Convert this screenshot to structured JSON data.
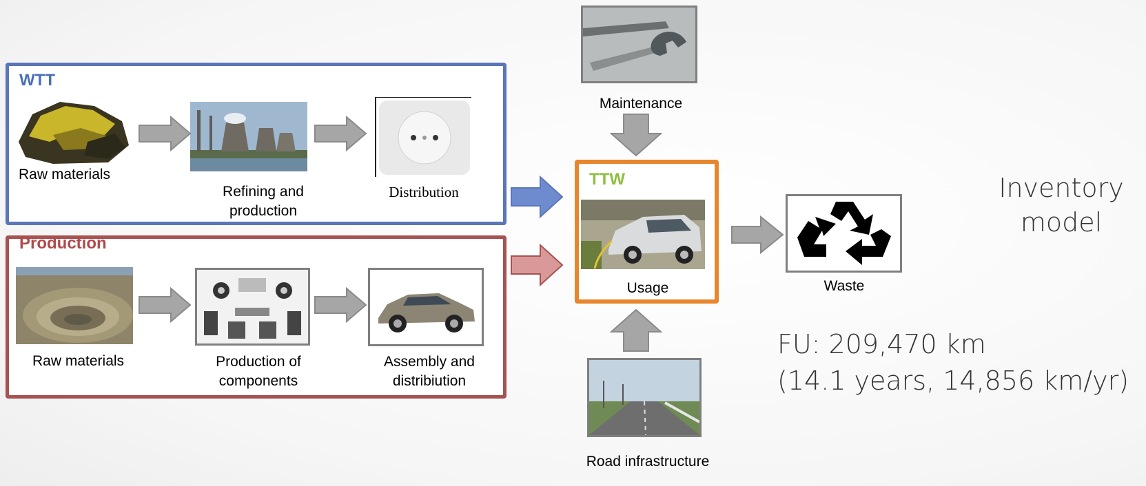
{
  "groups": {
    "wtt": {
      "title": "WTT",
      "color": "#5b76b8"
    },
    "production": {
      "title": "Production",
      "color": "#a65252"
    },
    "ttw": {
      "title": "TTW",
      "color": "#8cbf3f",
      "border_color": "#e7862c"
    }
  },
  "wtt_steps": [
    {
      "label": "Raw materials",
      "icon": "ore-rock-icon"
    },
    {
      "label": "Refining and production",
      "icon": "power-plant-icon"
    },
    {
      "label": "Distribution",
      "icon": "power-socket-icon"
    }
  ],
  "production_steps": [
    {
      "label": "Raw materials",
      "icon": "open-pit-mine-icon"
    },
    {
      "label": "Production of components",
      "icon": "car-components-icon"
    },
    {
      "label": "Assembly and distribiution",
      "icon": "sedan-car-icon"
    }
  ],
  "maintenance": {
    "label": "Maintenance",
    "icon": "wrench-icon"
  },
  "usage": {
    "label": "Usage",
    "icon": "electric-car-charging-icon"
  },
  "road": {
    "label": "Road infrastructure",
    "icon": "highway-icon"
  },
  "waste": {
    "label": "Waste",
    "icon": "recycle-icon"
  },
  "side_title": "Inventory model",
  "fu": {
    "line1": "FU: 209,470 km",
    "line2": "(14.1 years, 14,856 km/yr)"
  },
  "colors": {
    "gray_arrow": "#a6a6a6",
    "gray_arrow_border": "#8a8a8a",
    "blue_arrow": "#6f8bd0",
    "red_arrow": "#d99999"
  }
}
